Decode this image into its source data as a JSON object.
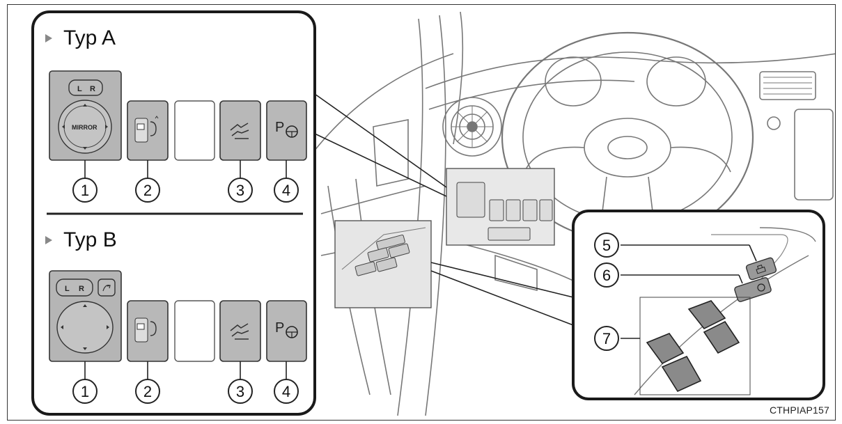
{
  "section_a": {
    "title": "Typ A"
  },
  "section_b": {
    "title": "Typ B"
  },
  "mirror_a": {
    "l": "L",
    "r": "R",
    "text": "MIRROR"
  },
  "mirror_b": {
    "l": "L",
    "r": "R"
  },
  "park": {
    "p": "P"
  },
  "callouts": {
    "c1": "1",
    "c2": "2",
    "c3": "3",
    "c4": "4",
    "c5": "5",
    "c6": "6",
    "c7": "7"
  },
  "figure_code": "CTHPIAP157"
}
